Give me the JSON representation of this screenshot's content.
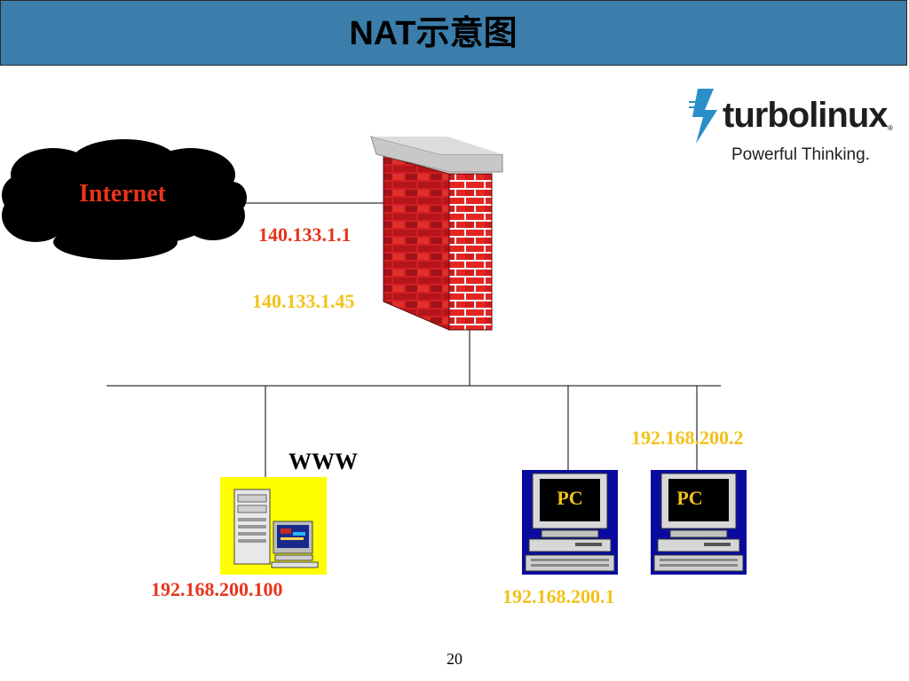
{
  "title": "NAT示意图",
  "logo": {
    "brand": "turbolinux",
    "tagline": "Powerful Thinking."
  },
  "internet_label": "Internet",
  "firewall": {
    "external_ip": "140.133.1.1",
    "internal_ip": "140.133.1.45"
  },
  "www_server": {
    "label": "WWW",
    "ip": "192.168.200.100"
  },
  "pc1": {
    "label": "PC",
    "ip": "192.168.200.1"
  },
  "pc2": {
    "label": "PC",
    "ip": "192.168.200.2"
  },
  "page_number": "20",
  "colors": {
    "title_bar": "#3b7eab",
    "label_red": "#e8341c",
    "label_yellow": "#f2c21a",
    "brick": "#c0191d"
  }
}
